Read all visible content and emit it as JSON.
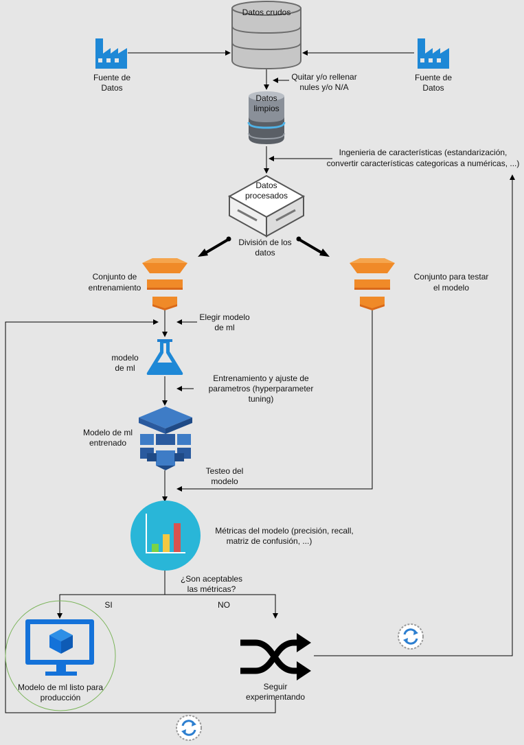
{
  "colors": {
    "background": "#e6e6e6",
    "factory_blue": "#1e88d6",
    "orange": "#f08a28",
    "orange_dark": "#d9691a",
    "azure_dark": "#2a5a9e",
    "azure_light": "#3e7cc6",
    "cyan": "#29b6d8",
    "monitor_blue": "#1472d9",
    "ring_green": "#7bb45a"
  },
  "nodes": {
    "raw_data": {
      "label": "Datos crudos",
      "icon": "database-icon"
    },
    "source_left": {
      "label_lines": [
        "Fuente de",
        "Datos"
      ],
      "icon": "factory-icon"
    },
    "source_right": {
      "label_lines": [
        "Fuente de",
        "Datos"
      ],
      "icon": "factory-icon"
    },
    "clean_note": {
      "label_lines": [
        "Quitar y/o rellenar",
        "nules y/o N/A"
      ]
    },
    "clean_data": {
      "label_lines": [
        "Datos",
        "limpios"
      ],
      "icon": "database-icon"
    },
    "feature_note": {
      "label_lines": [
        "Ingenieria de características (estandarización,",
        "convertir características categoricas a numéricas, ...)"
      ]
    },
    "processed": {
      "label_lines": [
        "Datos",
        "procesados"
      ],
      "icon": "box-icon"
    },
    "split": {
      "label_lines": [
        "División de los",
        "datos"
      ]
    },
    "train_set": {
      "label_lines": [
        "Conjunto de",
        "entrenamiento"
      ],
      "icon": "stack-icon"
    },
    "test_set": {
      "label_lines": [
        "Conjunto para testar",
        "el modelo"
      ],
      "icon": "stack-icon"
    },
    "choose_model": {
      "label_lines": [
        "Elegir modelo",
        "de ml"
      ]
    },
    "ml_model": {
      "label_lines": [
        "modelo",
        "de ml"
      ],
      "icon": "flask-icon"
    },
    "tuning": {
      "label_lines": [
        "Entrenamiento y ajuste de",
        "parametros (hyperparameter",
        "tuning)"
      ]
    },
    "trained": {
      "label_lines": [
        "Modelo de ml",
        "entrenado"
      ],
      "icon": "cubes-icon"
    },
    "testing": {
      "label_lines": [
        "Testeo del",
        "modelo"
      ]
    },
    "metrics": {
      "label_lines": [
        "Métricas del modelo (precisión, recall,",
        "matriz de confusión, ...)"
      ],
      "icon": "bar-chart-icon"
    },
    "question": {
      "label_lines": [
        "¿Son aceptables",
        "las métricas?"
      ]
    },
    "yes": {
      "label": "SI"
    },
    "no": {
      "label": "NO"
    },
    "production": {
      "label_lines": [
        "Modelo de ml listo para",
        "producción"
      ],
      "icon": "monitor-icon"
    },
    "keep_experimenting": {
      "label_lines": [
        "Seguir",
        "experimentando"
      ],
      "icon": "shuffle-icon"
    },
    "loop_icon_right": {
      "icon": "refresh-icon"
    },
    "loop_icon_bottom": {
      "icon": "refresh-icon"
    }
  }
}
